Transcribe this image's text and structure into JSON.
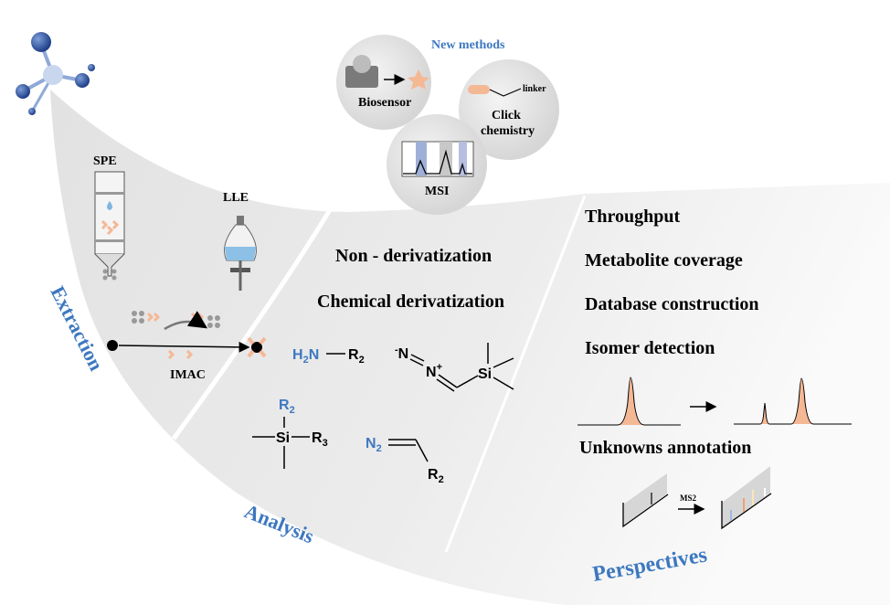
{
  "sections": {
    "extraction": "Extraction",
    "analysis": "Analysis",
    "perspectives": "Perspectives"
  },
  "new_methods": {
    "title": "New methods",
    "biosensor": "Biosensor",
    "click_line1": "Click",
    "click_line2": "chemistry",
    "linker": "linker",
    "msi": "MSI"
  },
  "extraction": {
    "spe": "SPE",
    "lle": "LLE",
    "imac": "IMAC"
  },
  "analysis": {
    "non_derivatization": "Non - derivatization",
    "chemical_derivatization": "Chemical derivatization",
    "reagents": {
      "amine": {
        "h2n": "H",
        "sub2": "2",
        "n": "N",
        "r": "R",
        "rsub": "2"
      },
      "tmsdm": {
        "n1": "N",
        "minus": "-",
        "n2": "N",
        "plus": "+",
        "si": "Si"
      },
      "silyl": {
        "r2": "R",
        "r2sub": "2",
        "si": "Si",
        "r3": "R",
        "r3sub": "3"
      },
      "diazo": {
        "n2": "N",
        "n2sub": "2",
        "r": "R",
        "rsub": "2"
      }
    }
  },
  "perspectives": {
    "items": [
      "Throughput",
      "Metabolite coverage",
      "Database construction",
      "Isomer detection",
      "Unknowns annotation"
    ],
    "ms2": "MS2"
  },
  "colors": {
    "blue": "#3d78c0",
    "peach": "#f5b895",
    "panel": "#ececec"
  }
}
